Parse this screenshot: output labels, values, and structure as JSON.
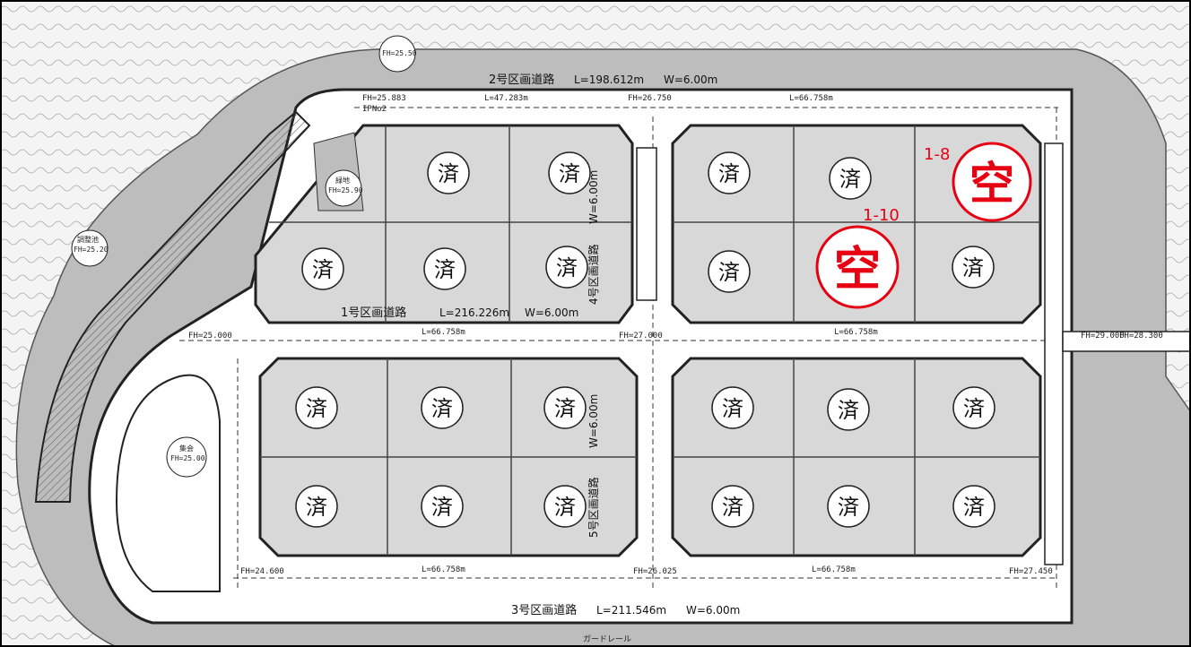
{
  "roads": {
    "road2": {
      "label": "2号区画道路",
      "length": "L=198.612m",
      "width": "W=6.00m"
    },
    "road1": {
      "label": "1号区画道路",
      "length": "L=216.226m",
      "width": "W=6.00m"
    },
    "road3": {
      "label": "3号区画道路",
      "length": "L=211.546m",
      "width": "W=6.00m"
    },
    "road4": {
      "label": "4号区画道路",
      "width": "W=6.00m"
    },
    "road5": {
      "label": "5号区画道路",
      "width": "W=6.00m"
    }
  },
  "fh_labels": {
    "a": "FH=25.883",
    "b": "FH=26.750",
    "c": "FH=25.000",
    "d": "FH=27.000",
    "e": "FH=29.000",
    "f": "FH=24.600",
    "g": "FH=26.025",
    "h": "FH=27.450",
    "i": "FH=28.300",
    "j": "FH=25.90",
    "k": "FH=25.20",
    "l": "FH=25.50",
    "m": "FH=25.00"
  },
  "slope_labels": {
    "a": "L=47.283m",
    "b": "L=66.758m",
    "c": "L=66.758m",
    "d": "L=66.758m",
    "e": "L=66.758m",
    "f": "L=66.758m"
  },
  "misc_labels": {
    "ip": "IPNo2",
    "green": "緑地",
    "park": "集会",
    "reservoir": "調整池",
    "guardrail": "ガードレール",
    "no": "No"
  },
  "lot_status": {
    "sold": "済",
    "vacant": "空"
  },
  "lot_ids": {
    "a": "1-8",
    "b": "1-10"
  },
  "lots": [
    {
      "status": "sold"
    },
    {
      "status": "sold"
    },
    {
      "status": "sold"
    },
    {
      "status": "sold"
    },
    {
      "status": "vacant",
      "id": "1-8"
    },
    {
      "status": "sold"
    },
    {
      "status": "sold"
    },
    {
      "status": "sold"
    },
    {
      "status": "sold"
    },
    {
      "status": "vacant",
      "id": "1-10"
    },
    {
      "status": "sold"
    },
    {
      "status": "sold"
    },
    {
      "status": "sold"
    },
    {
      "status": "sold"
    },
    {
      "status": "sold"
    },
    {
      "status": "sold"
    },
    {
      "status": "sold"
    },
    {
      "status": "sold"
    },
    {
      "status": "sold"
    },
    {
      "status": "sold"
    },
    {
      "status": "sold"
    },
    {
      "status": "sold"
    },
    {
      "status": "sold"
    }
  ],
  "colors": {
    "lot_fill": "#d8d8d8",
    "road_fill": "#ffffff",
    "accent_red": "#e60012",
    "line": "#222222",
    "terrain": "#bdbdbd"
  }
}
